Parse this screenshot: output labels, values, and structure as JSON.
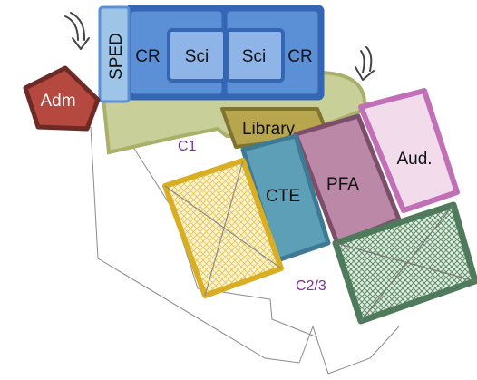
{
  "labels": {
    "sped": "SPED",
    "cr_left": "CR",
    "sci_left": "Sci",
    "sci_right": "Sci",
    "cr_right": "CR",
    "adm": "Adm",
    "library": "Library",
    "cte": "CTE",
    "pfa": "PFA",
    "aud": "Aud.",
    "zone_c1": "C1",
    "zone_c23": "C2/3"
  },
  "colors": {
    "academic_blue": "#5b8fd6",
    "academic_border": "#3566b3",
    "sped_blue": "#9ec4e8",
    "sci_blue": "#8fb5e8",
    "admin_red": "#b5483f",
    "admin_border": "#6e2b26",
    "library_olive": "#b8a64f",
    "courtyard_green": "#c9cf99",
    "cte_teal": "#5e9fb8",
    "pfa_mauve": "#bc88a8",
    "aud_pink": "#f2dcec",
    "aud_border": "#c170b8",
    "hatch_gold": "#d9ae24",
    "hatch_green": "#4f7a5c",
    "zone_label_purple": "#7b2f9e"
  },
  "icons": [
    "entrance-arrow-icon",
    "entrance-arrow-icon"
  ]
}
